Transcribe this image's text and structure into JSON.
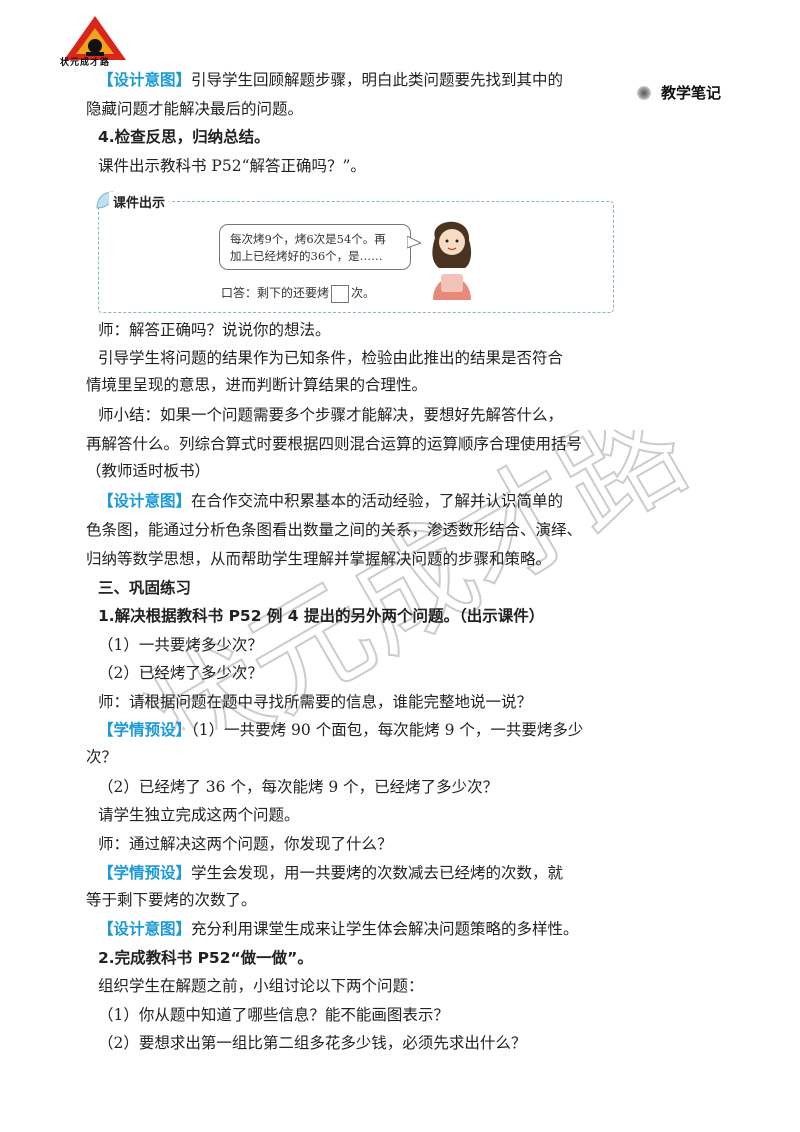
{
  "header": {
    "logo_text": "状元成才路",
    "side_note": "教学笔记"
  },
  "watermark": {
    "text": "状元成才路"
  },
  "callout": {
    "label": "课件出示",
    "bubble_line1": "每次烤9个，烤6次是54个。再",
    "bubble_line2": "加上已经烤好的36个，是……",
    "answer_prefix": "口答：剩下的还要烤",
    "answer_suffix": "次。"
  },
  "content": [
    {
      "tag": "【设计意图】",
      "text": "引导学生回顾解题步骤，明白此类问题要先找到其中的"
    },
    {
      "text": "隐藏问题才能解决最后的问题。"
    },
    {
      "text": "4.检查反思，归纳总结。",
      "bold": true
    },
    {
      "text": "课件出示教科书 P52“解答正确吗？”。"
    },
    {
      "text": "师：解答正确吗？说说你的想法。"
    },
    {
      "text": "引导学生将问题的结果作为已知条件，检验由此推出的结果是否符合"
    },
    {
      "text": "情境里呈现的意思，进而判断计算结果的合理性。"
    },
    {
      "text": "师小结：如果一个问题需要多个步骤才能解决，要想好先解答什么，"
    },
    {
      "text": "再解答什么。列综合算式时要根据四则混合运算的运算顺序合理使用括号"
    },
    {
      "text": "（教师适时板书）"
    },
    {
      "tag": "【设计意图】",
      "text": "在合作交流中积累基本的活动经验，了解并认识简单的"
    },
    {
      "text": "色条图，能通过分析色条图看出数量之间的关系，渗透数形结合、演绎、"
    },
    {
      "text": "归纳等数学思想，从而帮助学生理解并掌握解决问题的步骤和策略。"
    },
    {
      "text": "三、巩固练习",
      "bold": true
    },
    {
      "text": "1.解决根据教科书 P52 例 4 提出的另外两个问题。（出示课件）",
      "bold": true
    },
    {
      "text": "（1）一共要烤多少次？"
    },
    {
      "text": "（2）已经烤了多少次？"
    },
    {
      "text": "师：请根据问题在题中寻找所需要的信息，谁能完整地说一说？"
    },
    {
      "tag": "【学情预设】",
      "text": "（1）一共要烤 90 个面包，每次能烤 9 个，一共要烤多少"
    },
    {
      "text": "次？"
    },
    {
      "text": "（2）已经烤了 36 个，每次能烤 9 个，已经烤了多少次？"
    },
    {
      "text": "请学生独立完成这两个问题。"
    },
    {
      "text": "师：通过解决这两个问题，你发现了什么？"
    },
    {
      "tag": "【学情预设】",
      "text": "学生会发现，用一共要烤的次数减去已经烤的次数，就"
    },
    {
      "text": "等于剩下要烤的次数了。"
    },
    {
      "tag": "【设计意图】",
      "text": "充分利用课堂生成来让学生体会解决问题策略的多样性。"
    },
    {
      "text": "2.完成教科书 P52“做一做”。",
      "bold": true
    },
    {
      "text": "组织学生在解题之前，小组讨论以下两个问题："
    },
    {
      "text": "（1）你从题中知道了哪些信息？能不能画图表示？"
    },
    {
      "text": "（2）要想求出第一组比第二组多花多少钱，必须先求出什么？"
    }
  ]
}
